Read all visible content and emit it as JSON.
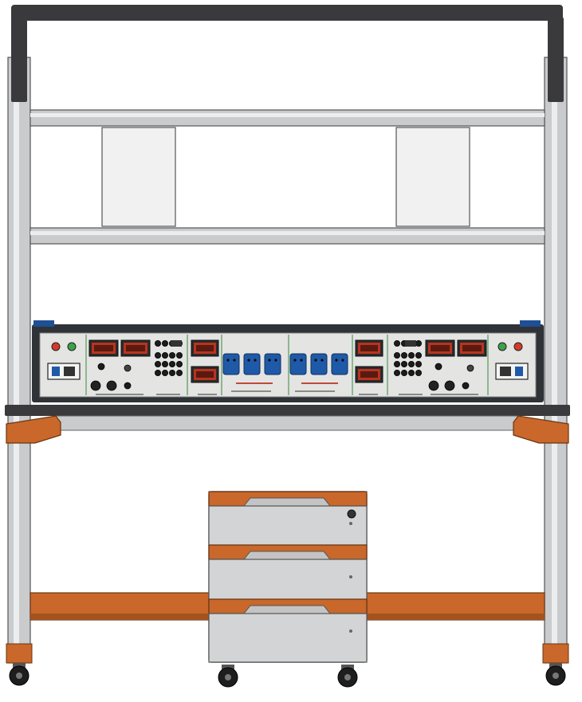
{
  "illustration": {
    "colors": {
      "frame_dark": "#3a3a3c",
      "aluminum": "#c9cbcd",
      "aluminum_light": "#ecedee",
      "orange": "#c9682a",
      "orange_dark": "#a4521f",
      "panel_bg": "#e4e4e2",
      "console_dark": "#2f3236",
      "meter_red": "#b8341f",
      "socket_blue": "#1f5aa8",
      "indicator_red": "#d43a2a",
      "indicator_green": "#3da14a",
      "cabinet_gray": "#d3d4d5",
      "pcb_green": "#6ea874"
    },
    "parts": {
      "upper_frame": "top-crossbar",
      "shelves": 2,
      "instrument_panel_modules": 7,
      "drawer_count": 3,
      "caster_count": 4
    }
  }
}
